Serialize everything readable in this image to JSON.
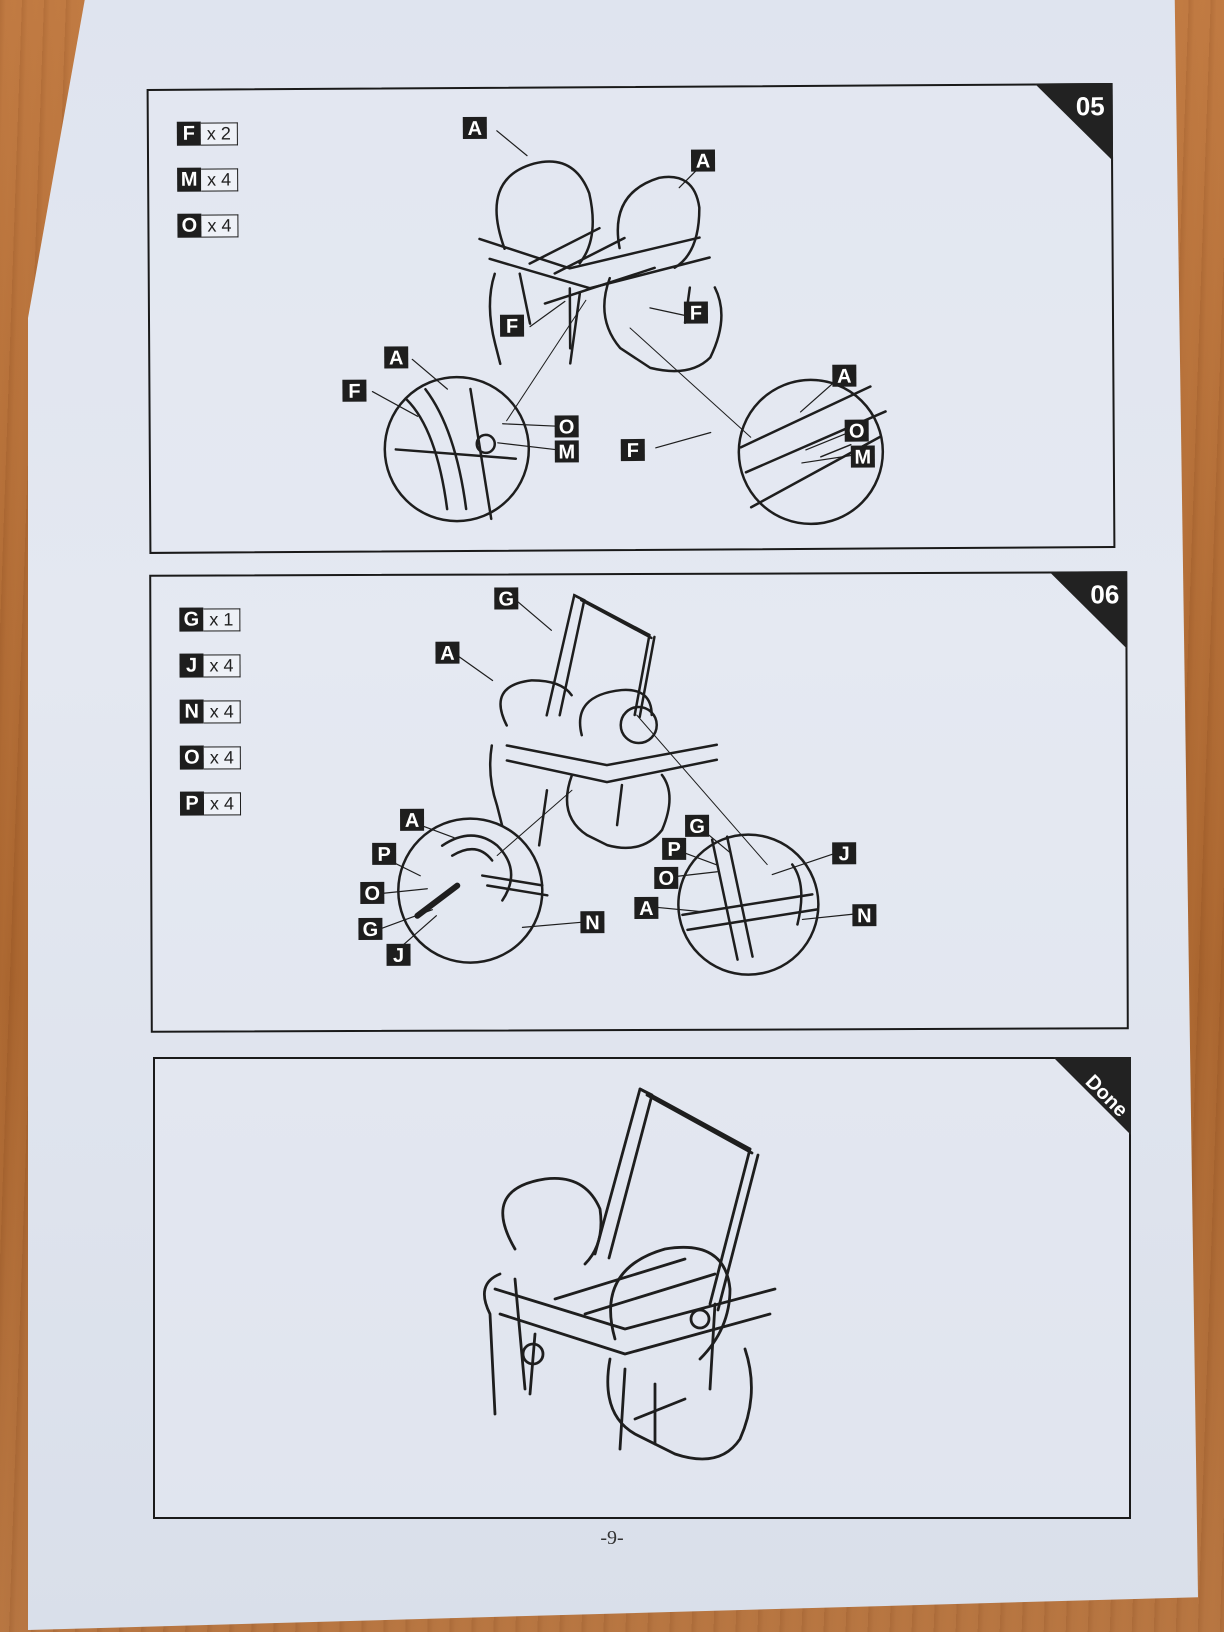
{
  "steps": [
    {
      "number": "05",
      "parts": [
        {
          "letter": "F",
          "qty": "x 2"
        },
        {
          "letter": "M",
          "qty": "x 4"
        },
        {
          "letter": "O",
          "qty": "x 4"
        }
      ],
      "callouts": [
        "A",
        "A",
        "F",
        "F",
        "A",
        "F",
        "O",
        "M",
        "A",
        "F",
        "O",
        "M"
      ]
    },
    {
      "number": "06",
      "parts": [
        {
          "letter": "G",
          "qty": "x 1"
        },
        {
          "letter": "J",
          "qty": "x 4"
        },
        {
          "letter": "N",
          "qty": "x 4"
        },
        {
          "letter": "O",
          "qty": "x 4"
        },
        {
          "letter": "P",
          "qty": "x 4"
        }
      ],
      "callouts": [
        "G",
        "A",
        "A",
        "P",
        "O",
        "G",
        "J",
        "N",
        "G",
        "P",
        "O",
        "A",
        "J",
        "N"
      ]
    },
    {
      "number": "Done"
    }
  ],
  "page_number": "-9-",
  "colors": {
    "ink": "#1e1e1e",
    "paper": "#e1e6f0",
    "table": "#b9763f"
  }
}
